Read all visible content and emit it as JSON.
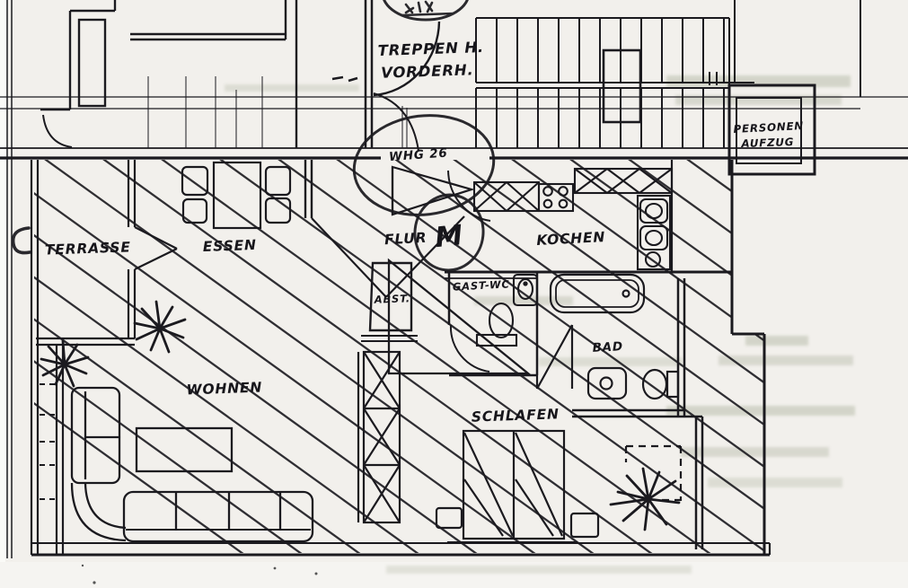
{
  "colors": {
    "paper": "#f2f0ec",
    "ink": "#1b1a1f",
    "ghost_bleedthrough": "#aeb49f"
  },
  "labels": {
    "stairwell": {
      "line1": "TREPPEN H.",
      "line2": "VORDERH."
    },
    "elevator": {
      "line1": "PERSONEN",
      "line2": "AUFZUG"
    },
    "apartment_unit": "WHG 26",
    "handwritten_mark": "M",
    "rooms": {
      "terrace": "TERRASSE",
      "dining": "ESSEN",
      "hall": "FLUR",
      "kitchen": "KOCHEN",
      "storage": "ABST.",
      "guest_wc": "GAST-WC",
      "bathroom": "BAD",
      "living": "WOHNEN",
      "bedroom": "SCHLAFEN"
    }
  }
}
